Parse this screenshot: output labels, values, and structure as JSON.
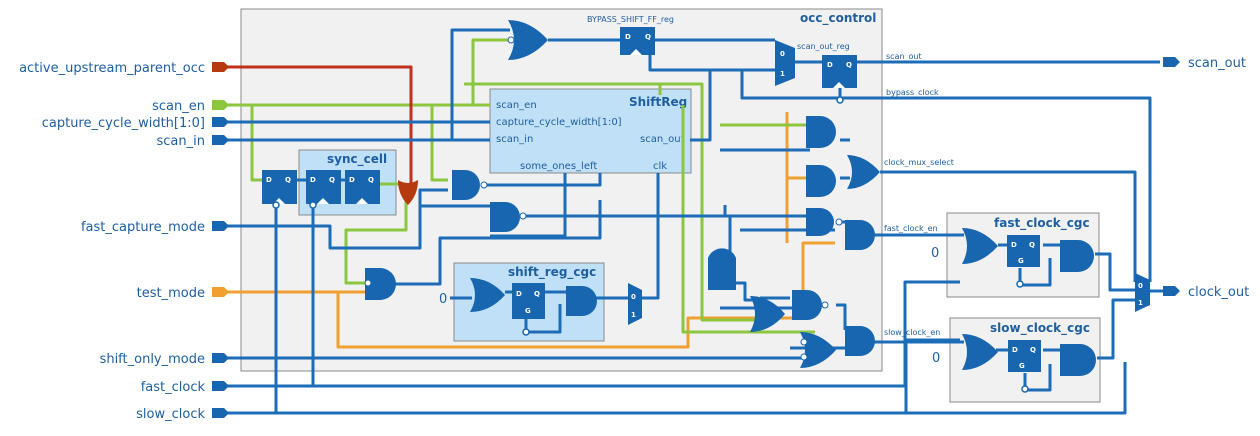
{
  "top_module": "occ_control",
  "input_ports": [
    "active_upstream_parent_occ",
    "scan_en",
    "capture_cycle_width[1:0]",
    "scan_in",
    "fast_capture_mode",
    "test_mode",
    "shift_only_mode",
    "fast_clock",
    "slow_clock"
  ],
  "output_ports": [
    "scan_out",
    "clock_out"
  ],
  "instances": {
    "bypass_ff": "BYPASS_SHIFT_FF_reg",
    "scan_out_reg": "scan_out_reg",
    "sync_cell": "sync_cell",
    "shiftreg": {
      "name": "ShiftReg",
      "pins_left": [
        "scan_en",
        "capture_cycle_width[1:0]",
        "scan_in"
      ],
      "pin_right": "scan_out",
      "pin_bottom_left": "some_ones_left",
      "pin_bottom_right": "clk"
    },
    "shift_reg_cgc": "shift_reg_cgc",
    "fast_clock_cgc": "fast_clock_cgc",
    "slow_clock_cgc": "slow_clock_cgc"
  },
  "net_labels": {
    "scan_out": "scan_out",
    "bypass_clock": "bypass_clock",
    "clock_mux_select": "clock_mux_select",
    "fast_clock_en": "fast_clock_en",
    "slow_clock_en": "slow_clock_en"
  },
  "constants": {
    "zero": "0"
  },
  "ff_pins": {
    "d": "D",
    "q": "Q",
    "g": "G"
  },
  "mux_pins": {
    "sel0": "0",
    "sel1": "1"
  },
  "colors": {
    "wire": "#1c6cb8",
    "wire_green": "#8cc63f",
    "wire_orange": "#f0a030",
    "wire_red": "#c0301a",
    "cell_blue": "#1966b0",
    "module_bg": "#f1f1f1",
    "sub_bg": "#bfe0f7",
    "label": "#1f5fa0"
  }
}
